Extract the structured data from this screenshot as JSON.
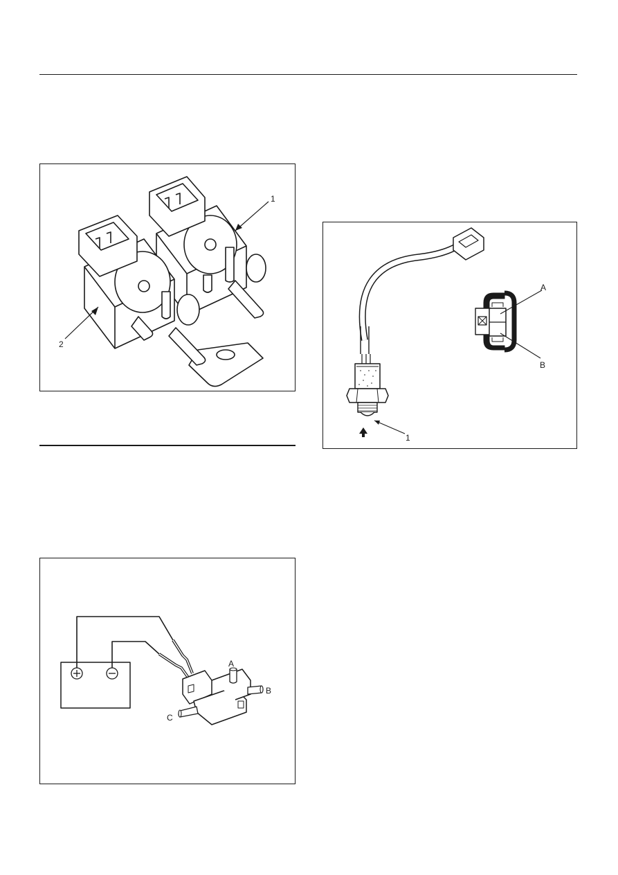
{
  "figure_solenoids": {
    "callout_1": "1",
    "callout_2": "2"
  },
  "figure_sensor": {
    "callout_a": "A",
    "callout_b": "B",
    "callout_1": "1"
  },
  "figure_test": {
    "battery_plus": "+",
    "battery_minus": "−",
    "port_a": "A",
    "port_b": "B",
    "port_c": "C"
  }
}
